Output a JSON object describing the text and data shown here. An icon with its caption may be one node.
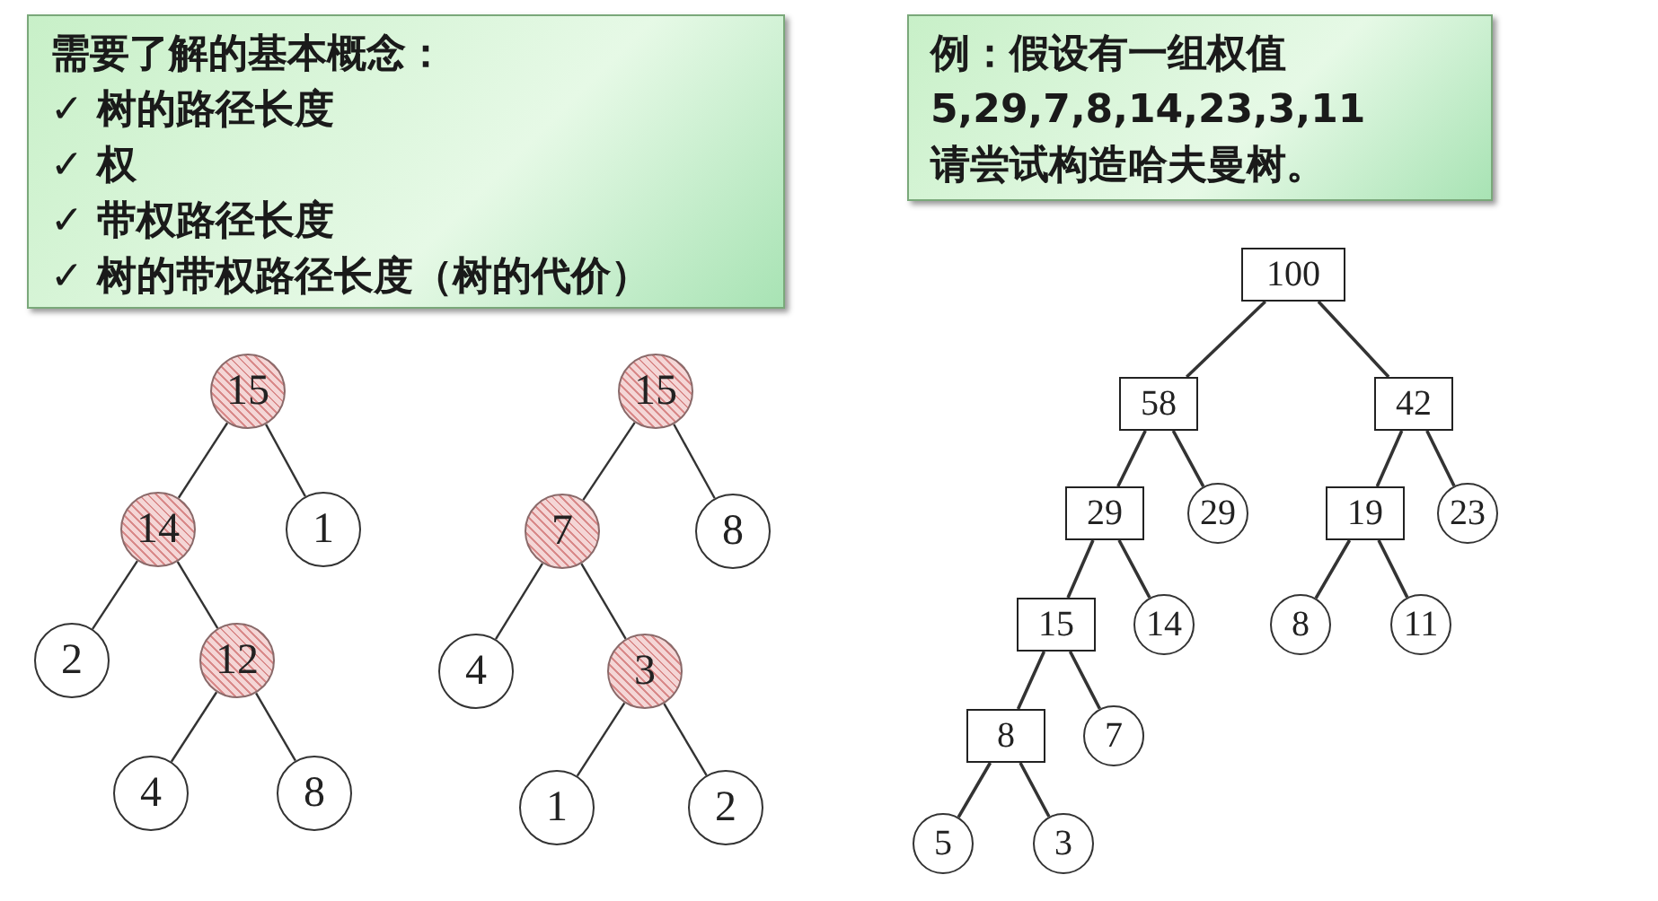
{
  "diagram": {
    "nodes": [
      {
        "text": [
          "需要了解的基本概念：",
          "✓ 树的路径长度",
          "✓ 权",
          "✓ 带权路径长度",
          "✓ 树的带权路径长度（树的代价）"
        ]
      },
      {
        "text": [
          "例：假设有一组权值 5,29,7,8,14,23,3,11 请尝试构造哈夫曼树。"
        ]
      },
      {
        "text": [
          "15"
        ]
      },
      {
        "text": [
          "14"
        ]
      },
      {
        "text": [
          "1"
        ]
      },
      {
        "text": [
          "2"
        ]
      },
      {
        "text": [
          "12"
        ]
      },
      {
        "text": [
          "4"
        ]
      },
      {
        "text": [
          "8"
        ]
      },
      {
        "text": [
          "15"
        ]
      },
      {
        "text": [
          "7"
        ]
      },
      {
        "text": [
          "8"
        ]
      },
      {
        "text": [
          "4"
        ]
      },
      {
        "text": [
          "3"
        ]
      },
      {
        "text": [
          "1"
        ]
      },
      {
        "text": [
          "2"
        ]
      },
      {
        "text": [
          "100"
        ]
      },
      {
        "text": [
          "58"
        ]
      },
      {
        "text": [
          "42"
        ]
      },
      {
        "text": [
          "29"
        ]
      },
      {
        "text": [
          "29"
        ]
      },
      {
        "text": [
          "19"
        ]
      },
      {
        "text": [
          "23"
        ]
      },
      {
        "text": [
          "15"
        ]
      },
      {
        "text": [
          "14"
        ]
      },
      {
        "text": [
          "8"
        ]
      },
      {
        "text": [
          "11"
        ]
      },
      {
        "text": [
          "8"
        ]
      },
      {
        "text": [
          "7"
        ]
      },
      {
        "text": [
          "5"
        ]
      },
      {
        "text": [
          "3"
        ]
      }
    ],
    "edges": [
      {
        "from": 2,
        "to": 3,
        "arrow": "none"
      },
      {
        "from": 2,
        "to": 4,
        "arrow": "none"
      },
      {
        "from": 3,
        "to": 5,
        "arrow": "none"
      },
      {
        "from": 3,
        "to": 6,
        "arrow": "none"
      },
      {
        "from": 6,
        "to": 7,
        "arrow": "none"
      },
      {
        "from": 6,
        "to": 8,
        "arrow": "none"
      },
      {
        "from": 9,
        "to": 10,
        "arrow": "none"
      },
      {
        "from": 9,
        "to": 11,
        "arrow": "none"
      },
      {
        "from": 10,
        "to": 12,
        "arrow": "none"
      },
      {
        "from": 10,
        "to": 13,
        "arrow": "none"
      },
      {
        "from": 13,
        "to": 14,
        "arrow": "none"
      },
      {
        "from": 13,
        "to": 15,
        "arrow": "none"
      },
      {
        "from": 16,
        "to": 17,
        "arrow": "none"
      },
      {
        "from": 16,
        "to": 18,
        "arrow": "none"
      },
      {
        "from": 17,
        "to": 19,
        "arrow": "none"
      },
      {
        "from": 17,
        "to": 20,
        "arrow": "none"
      },
      {
        "from": 18,
        "to": 21,
        "arrow": "none"
      },
      {
        "from": 18,
        "to": 22,
        "arrow": "none"
      },
      {
        "from": 19,
        "to": 23,
        "arrow": "none"
      },
      {
        "from": 19,
        "to": 24,
        "arrow": "none"
      },
      {
        "from": 21,
        "to": 25,
        "arrow": "none"
      },
      {
        "from": 21,
        "to": 26,
        "arrow": "none"
      },
      {
        "from": 23,
        "to": 27,
        "arrow": "none"
      },
      {
        "from": 23,
        "to": 28,
        "arrow": "none"
      },
      {
        "from": 27,
        "to": 29,
        "arrow": "none"
      },
      {
        "from": 27,
        "to": 30,
        "arrow": "none"
      }
    ]
  }
}
